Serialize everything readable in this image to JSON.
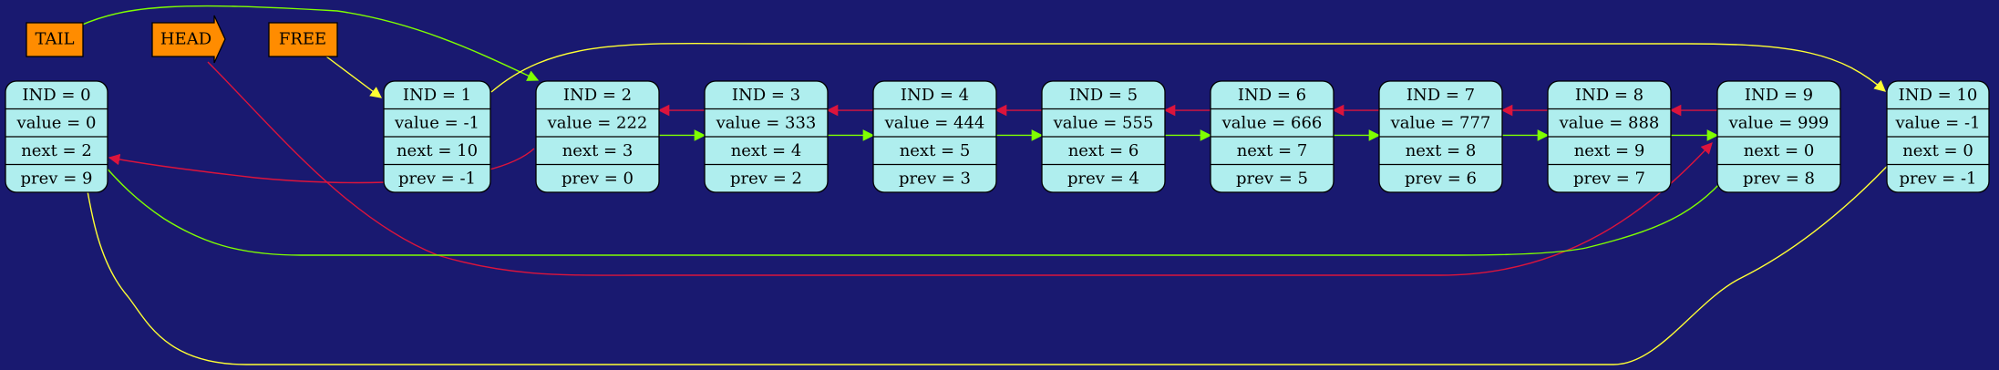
{
  "colors": {
    "background": "#191970",
    "node_fill": "#afeeee",
    "label_fill": "#ff8c00",
    "next_edge": "#7fff00",
    "prev_edge": "#dc143c",
    "free_edge": "#ffff33"
  },
  "labels": {
    "tail": "TAIL",
    "head": "HEAD",
    "free": "FREE"
  },
  "nodes": [
    {
      "ind": "IND = 0",
      "value": "value = 0",
      "next": "next = 2",
      "prev": "prev = 9"
    },
    {
      "ind": "IND = 1",
      "value": "value = -1",
      "next": "next = 10",
      "prev": "prev = -1"
    },
    {
      "ind": "IND = 2",
      "value": "value = 222",
      "next": "next = 3",
      "prev": "prev = 0"
    },
    {
      "ind": "IND = 3",
      "value": "value = 333",
      "next": "next = 4",
      "prev": "prev = 2"
    },
    {
      "ind": "IND = 4",
      "value": "value = 444",
      "next": "next = 5",
      "prev": "prev = 3"
    },
    {
      "ind": "IND = 5",
      "value": "value = 555",
      "next": "next = 6",
      "prev": "prev = 4"
    },
    {
      "ind": "IND = 6",
      "value": "value = 666",
      "next": "next = 7",
      "prev": "prev = 5"
    },
    {
      "ind": "IND = 7",
      "value": "value = 777",
      "next": "next = 8",
      "prev": "prev = 6"
    },
    {
      "ind": "IND = 8",
      "value": "value = 888",
      "next": "next = 9",
      "prev": "prev = 7"
    },
    {
      "ind": "IND = 9",
      "value": "value = 999",
      "next": "next = 0",
      "prev": "prev = 8"
    },
    {
      "ind": "IND = 10",
      "value": "value = -1",
      "next": "next = 0",
      "prev": "prev = -1"
    }
  ]
}
